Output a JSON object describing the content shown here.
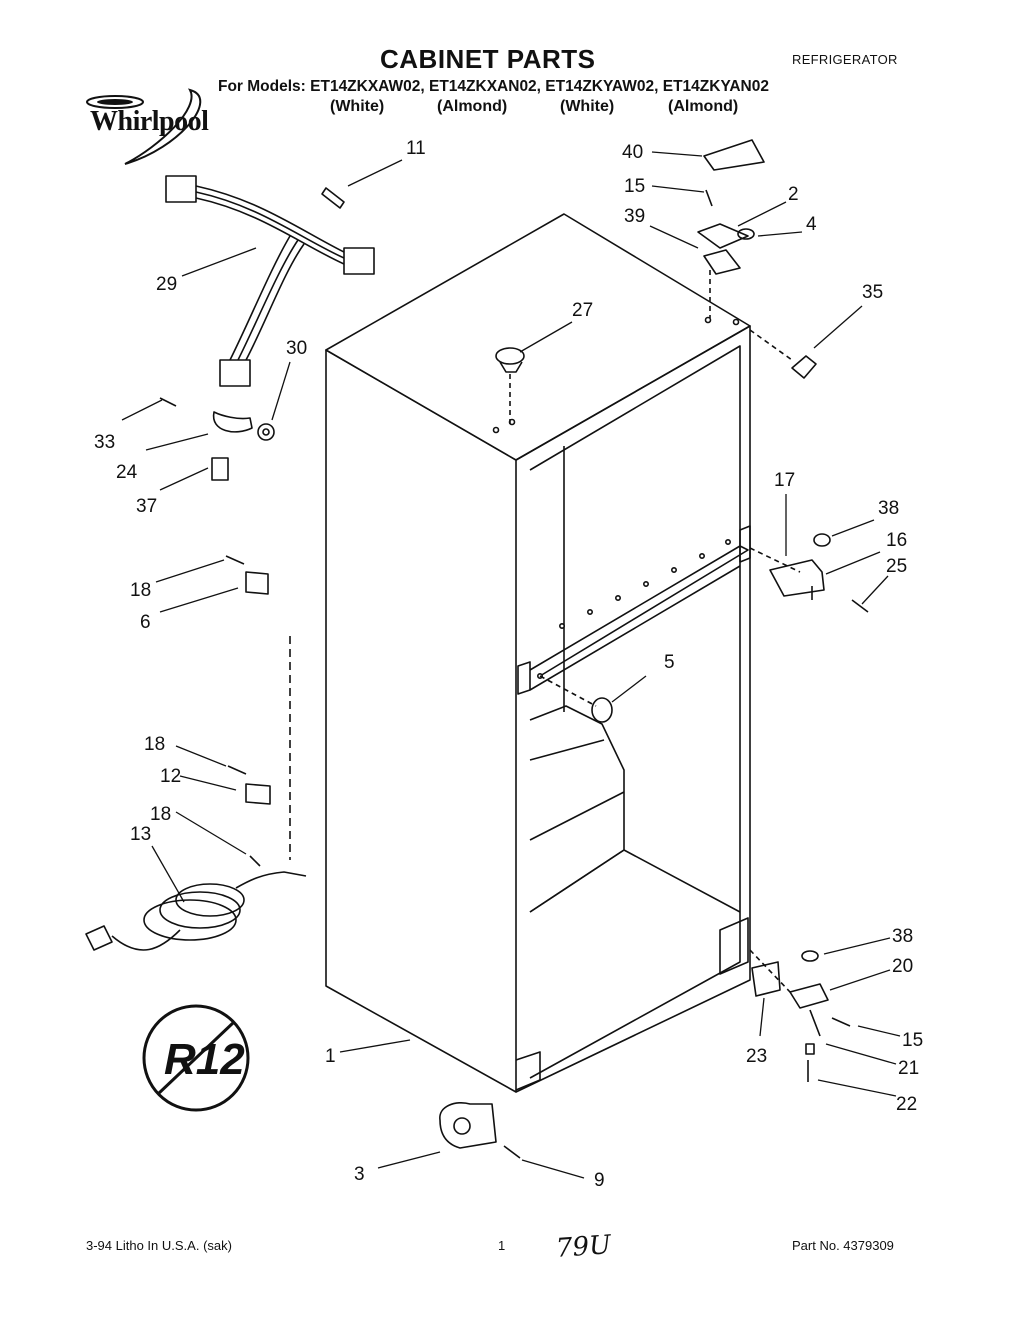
{
  "header": {
    "title": "CABINET PARTS",
    "category": "REFRIGERATOR",
    "models_line": "For Models: ET14ZKXAW02, ET14ZKXAN02, ET14ZKYAW02, ET14ZKYAN02",
    "variants": [
      "(White)",
      "(Almond)",
      "(White)",
      "(Almond)"
    ]
  },
  "brand": {
    "logo_text": "Whirlpool"
  },
  "callouts": [
    "1",
    "2",
    "3",
    "4",
    "5",
    "6",
    "9",
    "11",
    "12",
    "13",
    "15",
    "15",
    "16",
    "17",
    "18",
    "18",
    "18",
    "20",
    "21",
    "22",
    "23",
    "24",
    "25",
    "27",
    "29",
    "30",
    "33",
    "35",
    "37",
    "38",
    "38",
    "39",
    "40"
  ],
  "refrigerant_badge": {
    "text": "R12"
  },
  "footer": {
    "litho": "3-94 Litho In U.S.A. (sak)",
    "page_number": "1",
    "handwritten_note": "79U",
    "part_number": "Part No. 4379309"
  }
}
